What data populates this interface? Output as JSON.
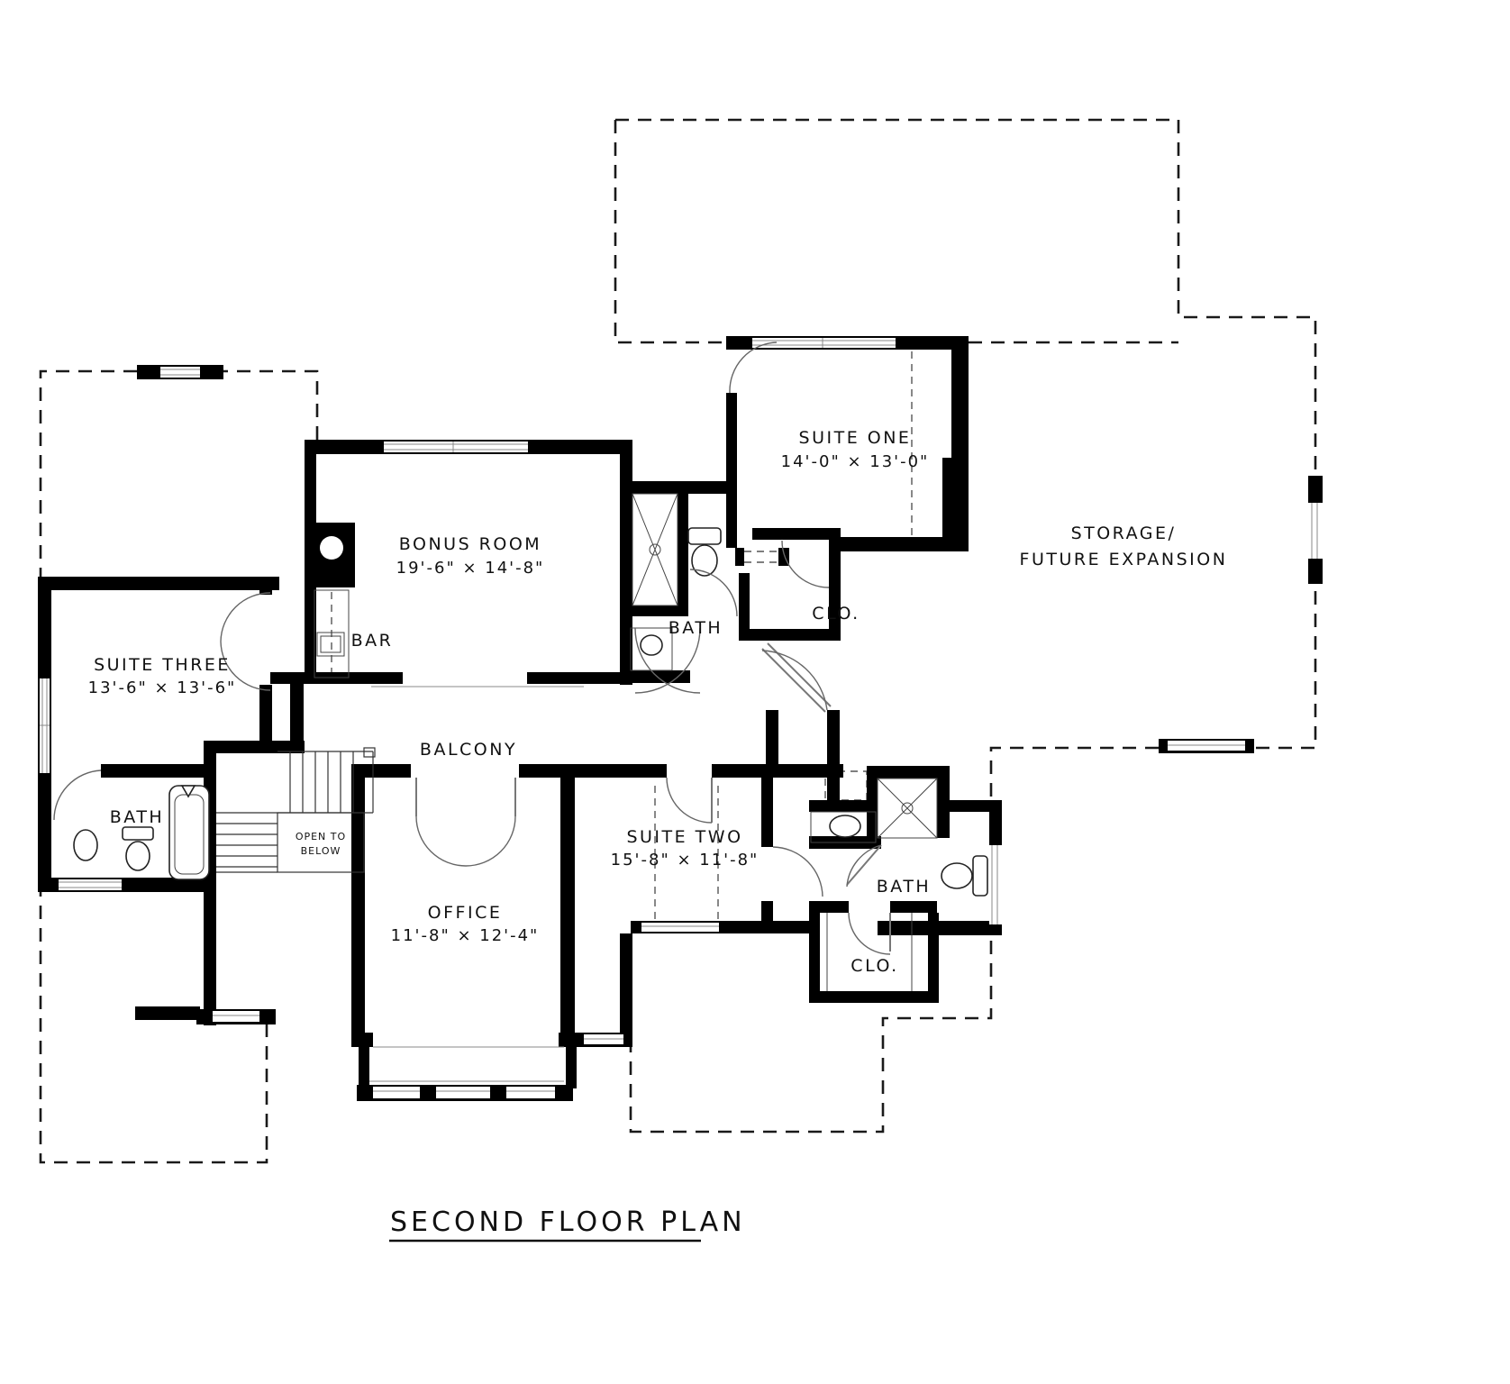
{
  "title": {
    "text": "SECOND FLOOR PLAN"
  },
  "rooms": {
    "bonus_room": {
      "name": "BONUS ROOM",
      "dims": "19'-6\" × 14'-8\""
    },
    "suite_one": {
      "name": "SUITE ONE",
      "dims": "14'-0\" × 13'-0\""
    },
    "suite_two": {
      "name": "SUITE TWO",
      "dims": "15'-8\" × 11'-8\""
    },
    "suite_three": {
      "name": "SUITE THREE",
      "dims": "13'-6\" × 13'-6\""
    },
    "office": {
      "name": "OFFICE",
      "dims": "11'-8\" × 12'-4\""
    },
    "storage": {
      "line1": "STORAGE/",
      "line2": "FUTURE EXPANSION"
    },
    "balcony": {
      "name": "BALCONY"
    },
    "bar": {
      "name": "BAR"
    },
    "bath_upper": {
      "name": "BATH"
    },
    "bath_left": {
      "name": "BATH"
    },
    "bath_right": {
      "name": "BATH"
    },
    "clo_upper": {
      "name": "CLO."
    },
    "clo_lower": {
      "name": "CLO."
    },
    "open_to_below": {
      "line1": "OPEN TO",
      "line2": "BELOW"
    }
  },
  "colors": {
    "wall": "#000000",
    "background": "#ffffff",
    "dashed_line": "#1a1a1a"
  }
}
